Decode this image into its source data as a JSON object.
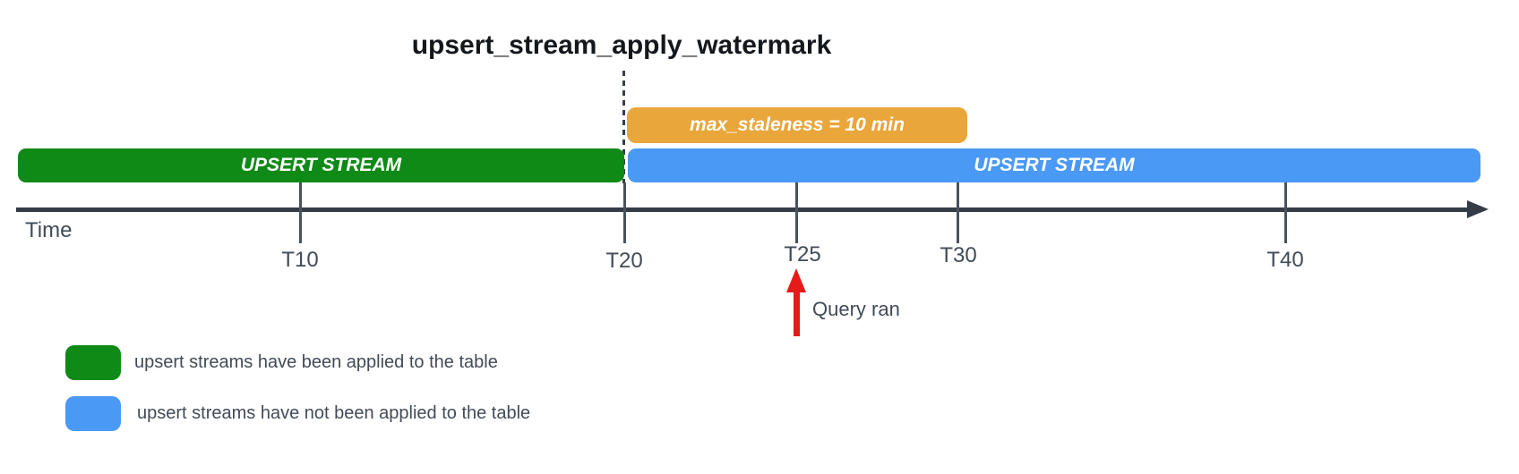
{
  "title": "upsert_stream_apply_watermark",
  "bars": {
    "staleness": {
      "label": "max_staleness = 10 min",
      "color": "#e9a63b"
    },
    "applied_stream": {
      "label": "UPSERT STREAM",
      "color": "#0f8a17"
    },
    "pending_stream": {
      "label": "UPSERT STREAM",
      "color": "#4a99f5"
    }
  },
  "timeline": {
    "axis_label": "Time",
    "ticks": [
      {
        "label": "T10"
      },
      {
        "label": "T20"
      },
      {
        "label": "T25"
      },
      {
        "label": "T30"
      },
      {
        "label": "T40"
      }
    ],
    "watermark_tick": "T20",
    "axis_color": "#343c47"
  },
  "annotation": {
    "label": "Query ran",
    "at_tick": "T25",
    "arrow_color": "#e41b17"
  },
  "legend": {
    "items": [
      {
        "label": "upsert streams have been applied to the table",
        "color": "#0f8a17"
      },
      {
        "label": "upsert streams have not been applied to the table",
        "color": "#4a99f5"
      }
    ]
  }
}
